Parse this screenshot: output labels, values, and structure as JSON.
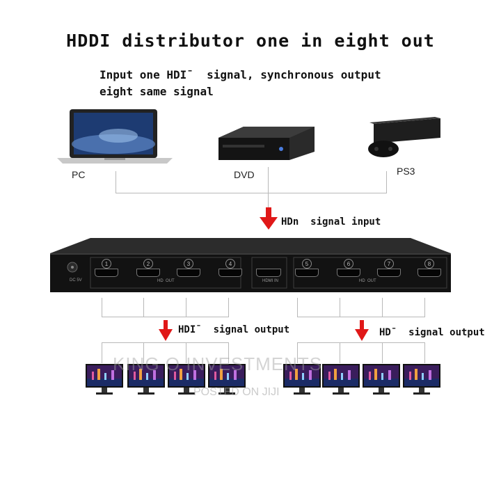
{
  "title": "HDDI distributor one in eight out",
  "subtitle": "Input one HDI¯  signal, synchronous output\neight same signal",
  "devices": {
    "pc": "PC",
    "dvd": "DVD",
    "ps3": "PS3"
  },
  "arrows": {
    "input": "HDn  signal input",
    "output_left": "HDI¯  signal output",
    "output_right": "HD¯  signal output"
  },
  "splitter": {
    "power_label": "DC 5V",
    "out_label": "HD  OUT",
    "in_label": "HDMI IN",
    "ports": [
      "1",
      "2",
      "3",
      "4",
      "5",
      "6",
      "7",
      "8"
    ]
  },
  "watermark": {
    "line1": "KING O INVESTMENTS",
    "line2": "POSTED ON JIJI"
  },
  "colors": {
    "arrow": "#e01818",
    "line": "#b8b8b8",
    "device_body": "#1a1a1a"
  }
}
